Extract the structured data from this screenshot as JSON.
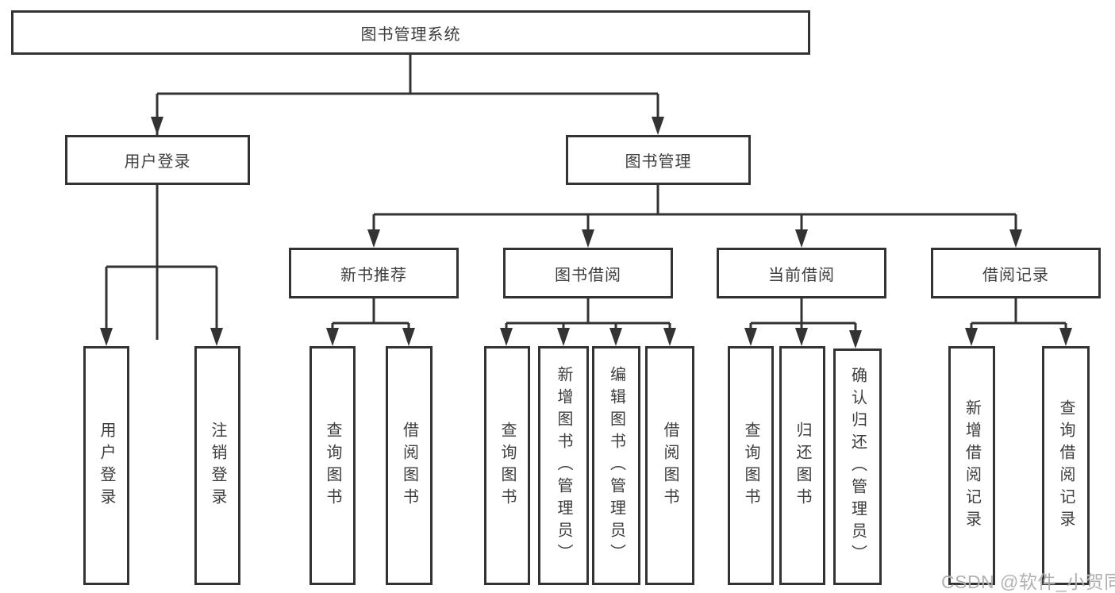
{
  "root": {
    "label": "图书管理系统"
  },
  "level2": {
    "user_login": {
      "label": "用户登录"
    },
    "book_management": {
      "label": "图书管理"
    }
  },
  "level3": {
    "new_book_recommend": {
      "label": "新书推荐"
    },
    "book_borrowing": {
      "label": "图书借阅"
    },
    "current_borrowing": {
      "label": "当前借阅"
    },
    "borrowing_records": {
      "label": "借阅记录"
    }
  },
  "leaves": {
    "user_login": [
      "用户登录",
      "注销登录"
    ],
    "new_book_recommend": [
      "查询图书",
      "借阅图书"
    ],
    "book_borrowing": [
      "查询图书",
      "新增图书（管理员）",
      "编辑图书（管理员）",
      "借阅图书"
    ],
    "current_borrowing": [
      "查询图书",
      "归还图书",
      "确认归还（管理员）"
    ],
    "borrowing_records": [
      "新增借阅记录",
      "查询借阅记录"
    ]
  },
  "watermark": "CSDN @软件_小贺同学",
  "colors": {
    "line": "#333333",
    "text": "#3d3d3d",
    "watermark": "#ababab",
    "background": "#ffffff"
  }
}
